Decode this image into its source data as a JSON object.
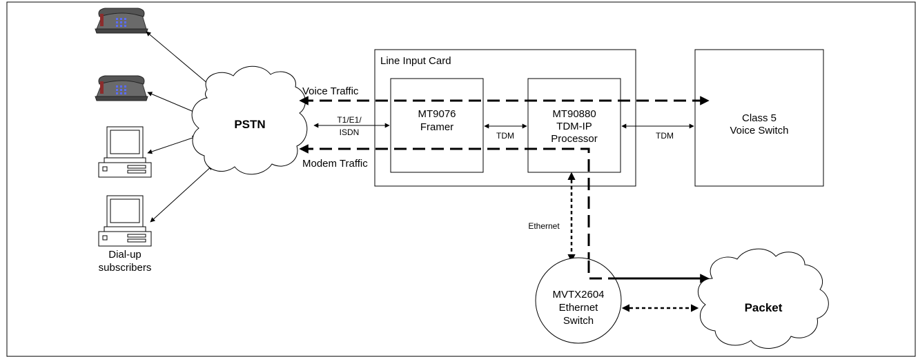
{
  "devices": {
    "dialup_caption_line1": "Dial-up",
    "dialup_caption_line2": "subscribers"
  },
  "pstn": {
    "label": "PSTN"
  },
  "line_card": {
    "label": "Line Input Card"
  },
  "framer": {
    "line1": "MT9076",
    "line2": "Framer"
  },
  "processor": {
    "line1": "MT90880",
    "line2": "TDM-IP",
    "line3": "Processor"
  },
  "class5": {
    "line1": "Class 5",
    "line2": "Voice Switch"
  },
  "ethernet_switch": {
    "line1": "MVTX2604",
    "line2": "Ethernet",
    "line3": "Switch"
  },
  "packet": {
    "label": "Packet"
  },
  "links": {
    "t1_line1": "T1/E1/",
    "t1_line2": "ISDN",
    "tdm_a": "TDM",
    "tdm_b": "TDM",
    "ethernet": "Ethernet"
  },
  "traffic": {
    "voice": "Voice Traffic",
    "modem": "Modem Traffic"
  }
}
